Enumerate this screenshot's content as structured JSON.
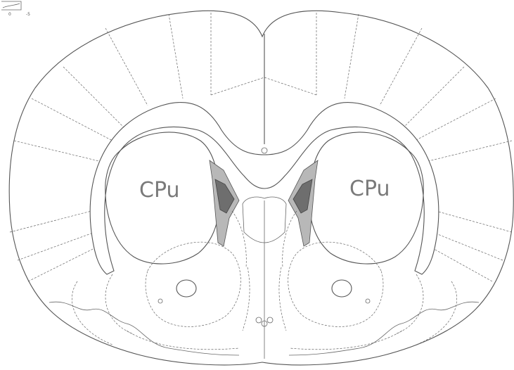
{
  "regions": {
    "left_label": "CPu",
    "right_label": "CPu"
  },
  "scale_bar": {
    "tick_left": "0",
    "tick_right": "-5"
  },
  "colors": {
    "lesion_dark": "#6e6e6e",
    "lesion_light": "#b8b8b8",
    "line": "#555555"
  }
}
